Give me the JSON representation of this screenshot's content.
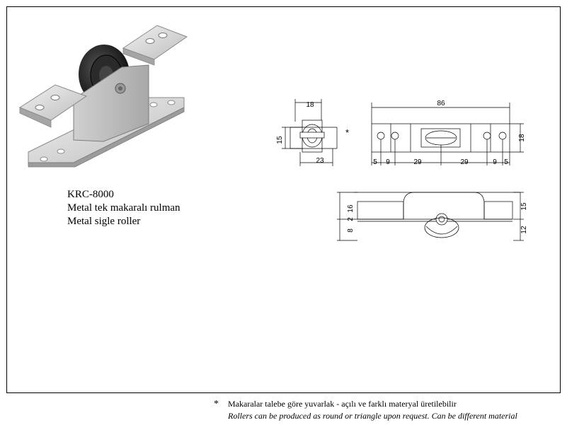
{
  "product": {
    "code": "KRC-8000",
    "name_tr": "Metal tek makaralı rulman",
    "name_en": "Metal sigle roller"
  },
  "drawings": {
    "side_view": {
      "top_width": "18",
      "height": "15",
      "bottom_width": "23",
      "marker": "*"
    },
    "front_view": {
      "length": "86",
      "height": "18",
      "spacing": [
        "5",
        "9",
        "29",
        "29",
        "9",
        "5"
      ]
    },
    "elevation_view": {
      "left_dims": [
        "16",
        "2",
        "8"
      ],
      "right_dims": [
        "15",
        "12"
      ]
    }
  },
  "footnote": {
    "marker": "*",
    "text_tr": "Makaralar talebe göre yuvarlak - açılı ve farklı materyal üretilebilir",
    "text_en": "Rollers can be produced as round or triangle upon request. Can be different material"
  }
}
